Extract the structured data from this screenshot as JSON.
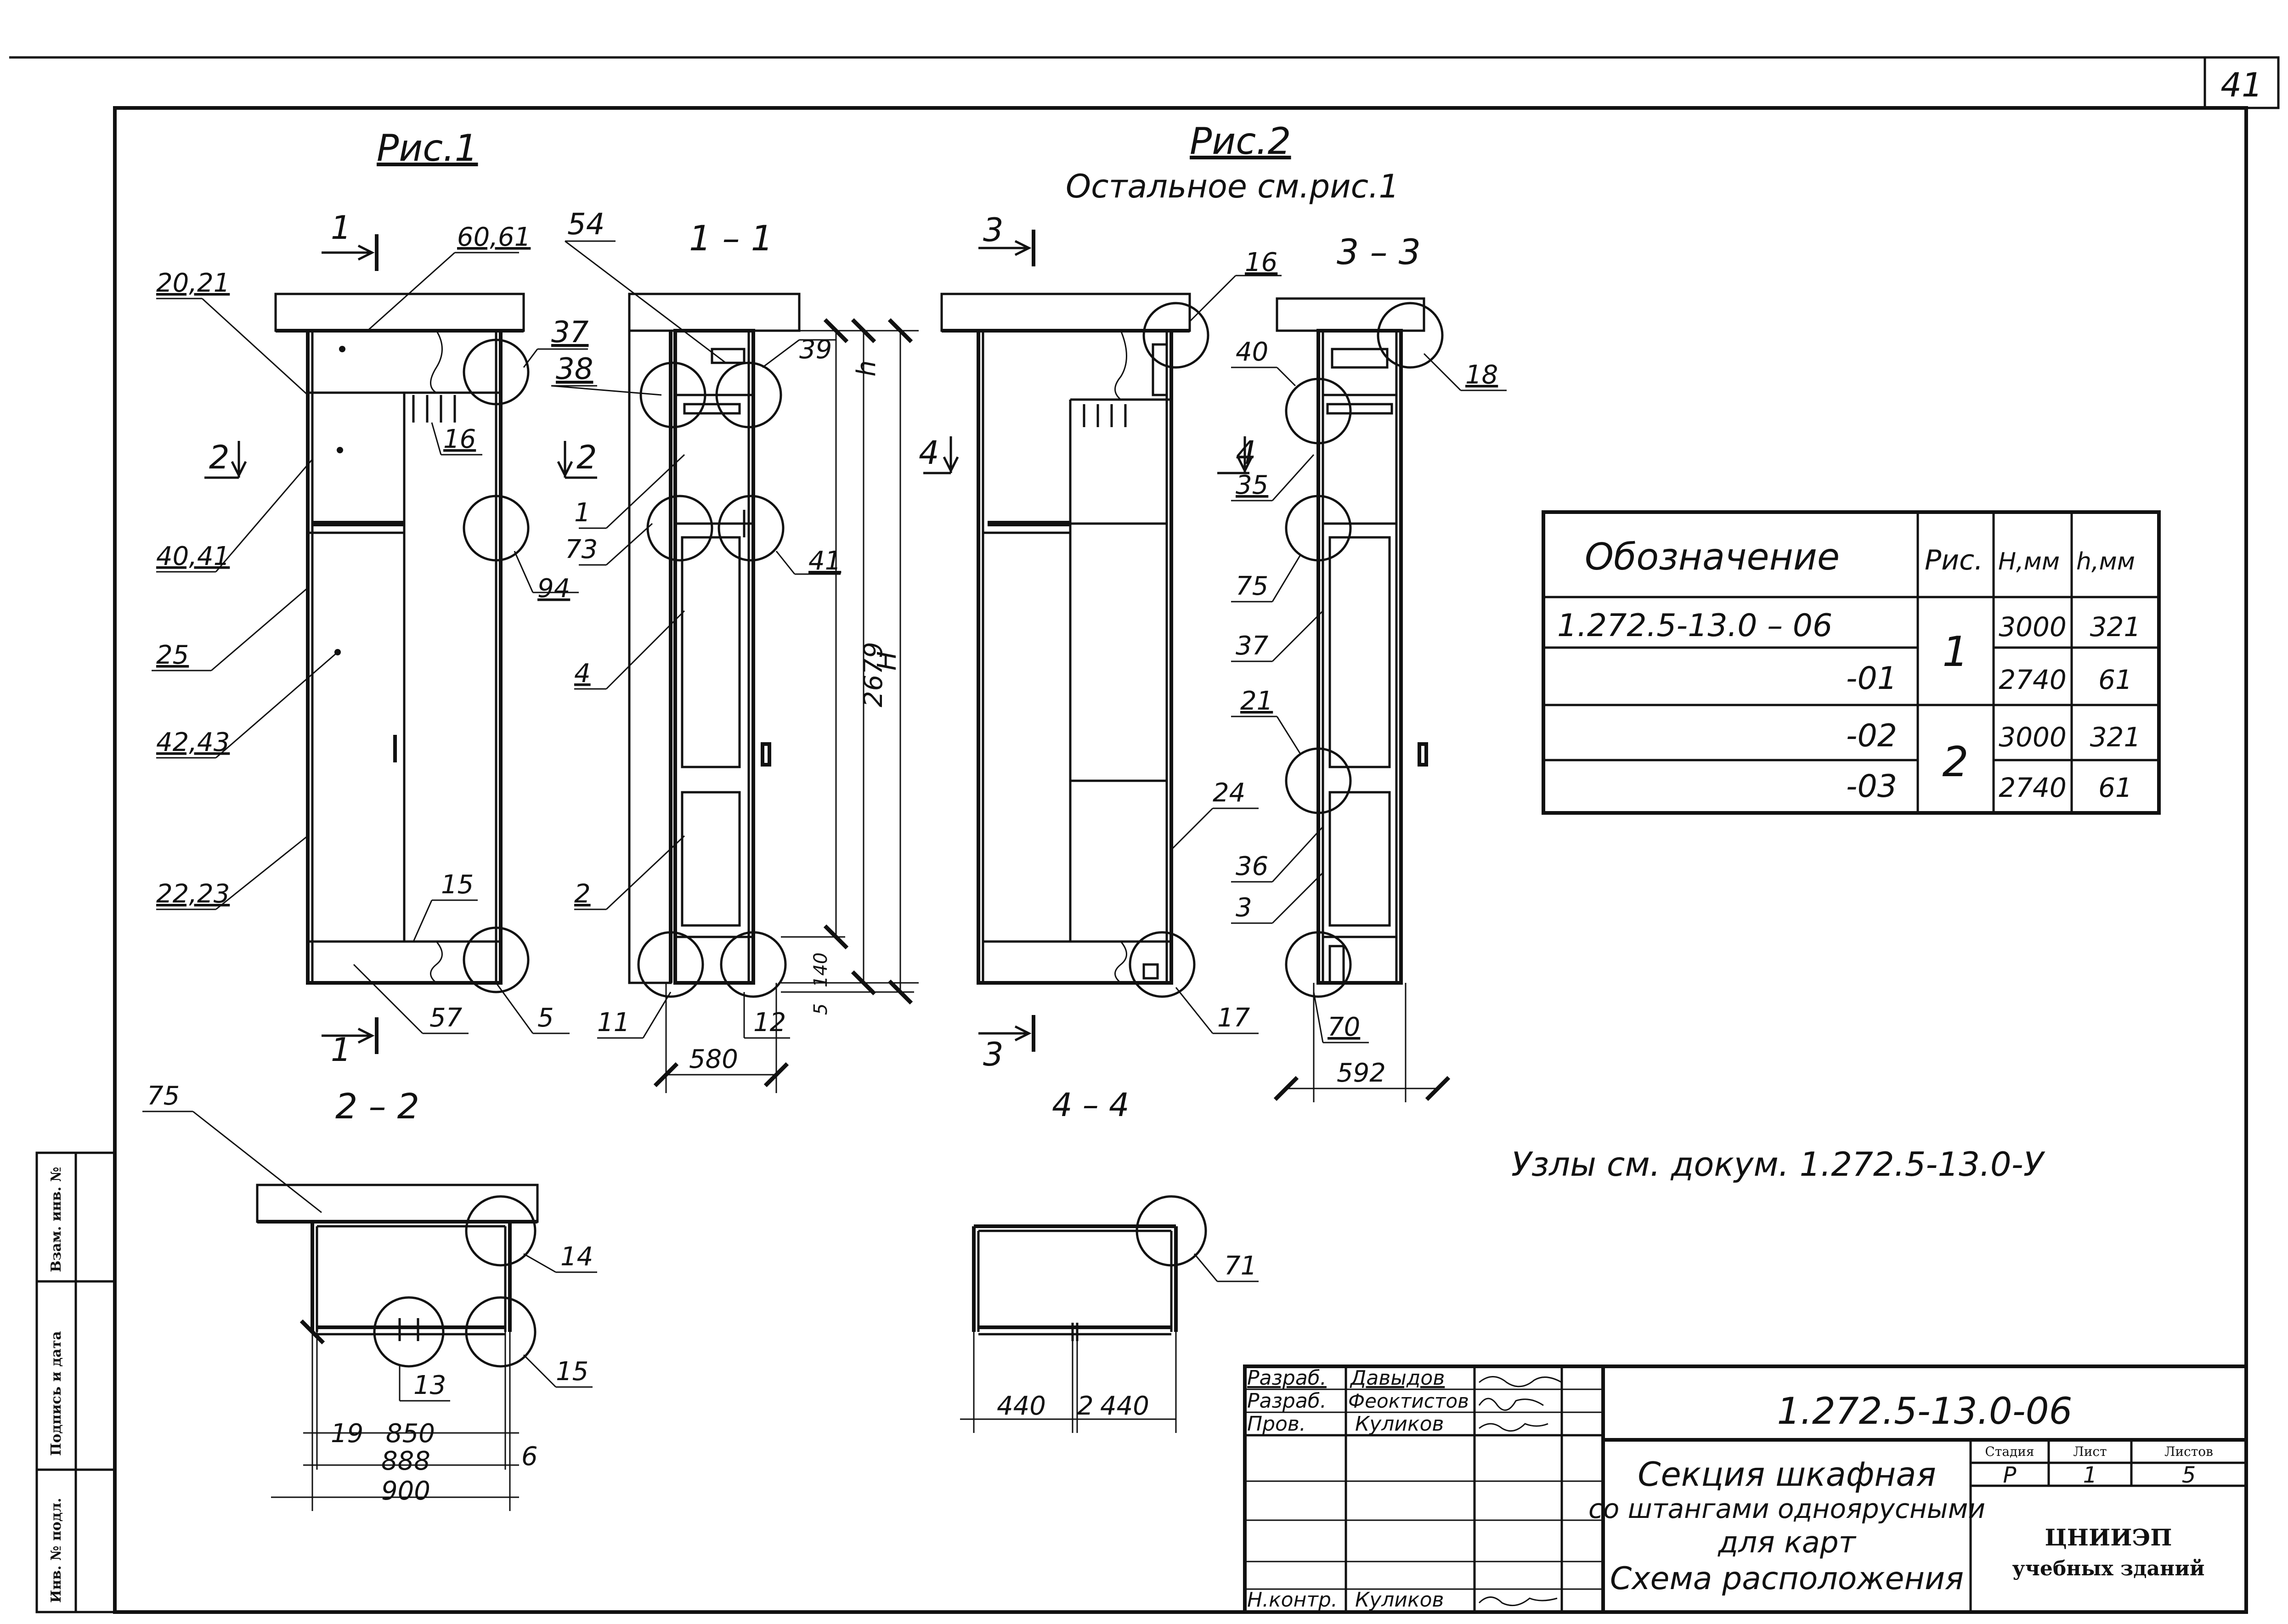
{
  "sheet": {
    "page_number": "41",
    "notes_ref": "Узлы  см. докум. 1.272.5-13.0-У"
  },
  "figures": {
    "fig1_title": "Рис.1",
    "fig2_title": "Рис.2",
    "fig2_subtitle": "Остальное см.рис.1",
    "sec_1_1": "1 – 1",
    "sec_3_3": "3 – 3",
    "sec_2_2": "2 – 2",
    "sec_4_4": "4 – 4",
    "cut_1": "1",
    "cut_2": "2",
    "cut_3": "3",
    "cut_4": "4"
  },
  "callouts": {
    "c_20_21": "20,21",
    "c_60_61": "60,61",
    "c_54": "54",
    "c_37a": "37",
    "c_38": "38",
    "c_16a": "16",
    "c_40_41": "40,41",
    "c_94": "94",
    "c_25": "25",
    "c_42_43": "42,43",
    "c_22_23": "22,23",
    "c_15a": "15",
    "c_57": "57",
    "c_5": "5",
    "c_11": "11",
    "c_12": "12",
    "c_39": "39",
    "c_1": "1",
    "c_73": "73",
    "c_41": "41",
    "c_4": "4",
    "c_2": "2",
    "c_16b": "16",
    "c_17": "17",
    "c_24": "24",
    "c_18": "18",
    "c_40": "40",
    "c_35": "35",
    "c_75a": "75",
    "c_37b": "37",
    "c_21": "21",
    "c_36": "36",
    "c_3": "3",
    "c_70": "70",
    "c_75b": "75",
    "c_14": "14",
    "c_13": "13",
    "c_15b": "15",
    "c_71": "71"
  },
  "dimensions": {
    "d_580": "580",
    "d_592": "592",
    "d_2679": "2679",
    "d_H": "Н",
    "d_h": "h",
    "d_140": "140",
    "d_5": "5",
    "d_19": "19",
    "d_850": "850",
    "d_888": "888",
    "d_900": "900",
    "d_6": "6",
    "d_440a": "440",
    "d_2": "2",
    "d_440b": "440"
  },
  "spec_table": {
    "headers": [
      "Обозначение",
      "Рис.",
      "Н,мм",
      "h,мм"
    ],
    "rows": [
      {
        "designation": "1.272.5-13.0 – 06",
        "fig": "1",
        "H": "3000",
        "h": "321"
      },
      {
        "designation": "-01",
        "fig": "",
        "H": "2740",
        "h": "61"
      },
      {
        "designation": "-02",
        "fig": "2",
        "H": "3000",
        "h": "321"
      },
      {
        "designation": "-03",
        "fig": "",
        "H": "2740",
        "h": "61"
      }
    ]
  },
  "side_stamp": {
    "inv_orig": "Инв. № подл.",
    "sign_date": "Подпись и дата",
    "inv_repl": "Взам. инв. №"
  },
  "title_block": {
    "doc_code": "1.272.5-13.0-06",
    "title_lines": [
      "Секция шкафная",
      "со штангами одноярусными",
      "для карт",
      "Схема расположения"
    ],
    "people": [
      {
        "role": "Разраб.",
        "name": "Давыдов"
      },
      {
        "role": "Разраб.",
        "name": "Феоктистов"
      },
      {
        "role": "Пров.",
        "name": "Куликов"
      },
      {
        "role": "",
        "name": ""
      },
      {
        "role": "",
        "name": ""
      },
      {
        "role": "",
        "name": ""
      },
      {
        "role": "Н.контр.",
        "name": "Куликов"
      }
    ],
    "stage_label": "Стадия",
    "sheet_label": "Лист",
    "sheets_label": "Листов",
    "stage": "Р",
    "sheet": "1",
    "sheets": "5",
    "org_line1": "ЦНИИЭП",
    "org_line2": "учебных зданий"
  }
}
